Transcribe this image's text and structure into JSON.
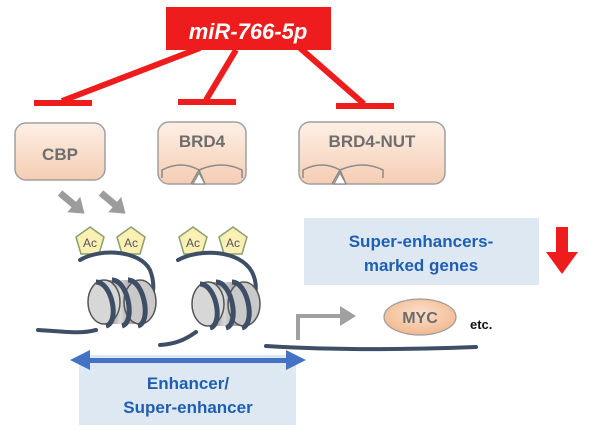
{
  "title": "miR-766-5p",
  "proteins": {
    "cbp": "CBP",
    "brd4": "BRD4",
    "brd4_nut": "BRD4-NUT"
  },
  "ac_label": "Ac",
  "se_genes": {
    "line1": "Super-enhancers-",
    "line2": "marked genes"
  },
  "myc": "MYC",
  "etc": "etc.",
  "enhancer": {
    "line1": "Enhancer/",
    "line2": "Super-enhancer"
  },
  "colors": {
    "red": "#ee1c1c",
    "protein_fill": "#f8d9c4",
    "protein_stroke": "#9b9b9b",
    "ac_fill": "#faf0b4",
    "ac_stroke": "#8aa06a",
    "dna": "#3e4e66",
    "box_blue": "#dde8f3",
    "text_blue": "#1f5fb2",
    "arrow_blue": "#4472c4",
    "myc_fill": "#f7c9a9",
    "gray_arrow": "#9c9c9c"
  }
}
